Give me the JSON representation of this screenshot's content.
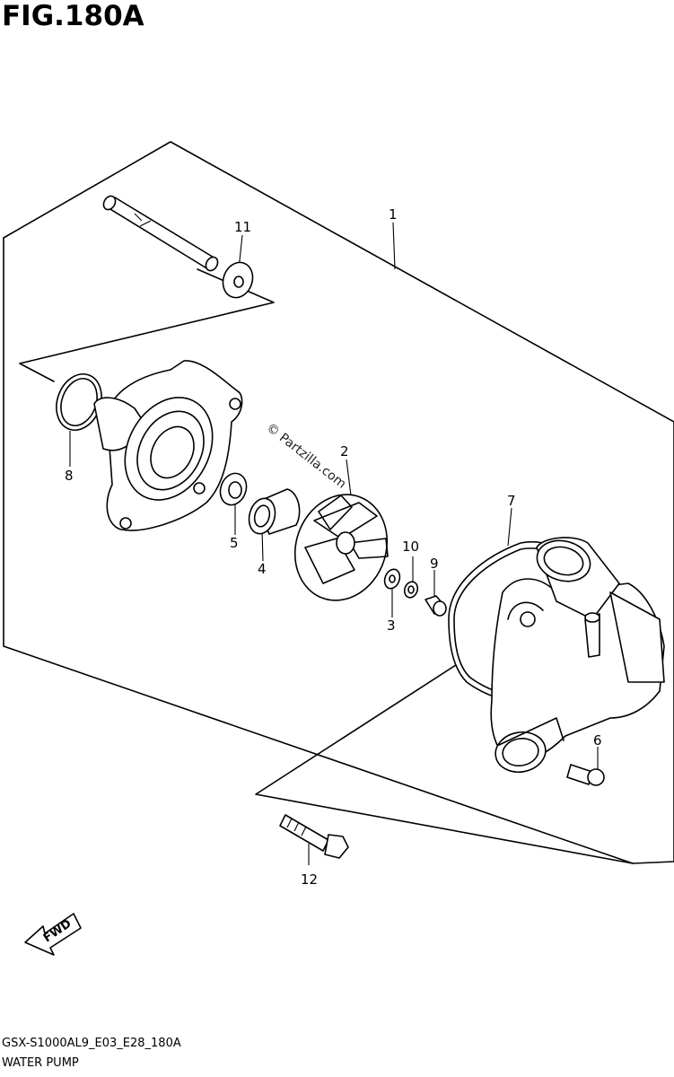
{
  "figure": {
    "title": "FIG.180A"
  },
  "callouts": [
    "1",
    "2",
    "3",
    "4",
    "5",
    "6",
    "7",
    "8",
    "9",
    "10",
    "11",
    "12"
  ],
  "watermark": "© Partzilla.com",
  "direction_label": "FWD",
  "footer": {
    "code": "GSX-S1000AL9_E03_E28_180A",
    "title": "WATER PUMP"
  }
}
